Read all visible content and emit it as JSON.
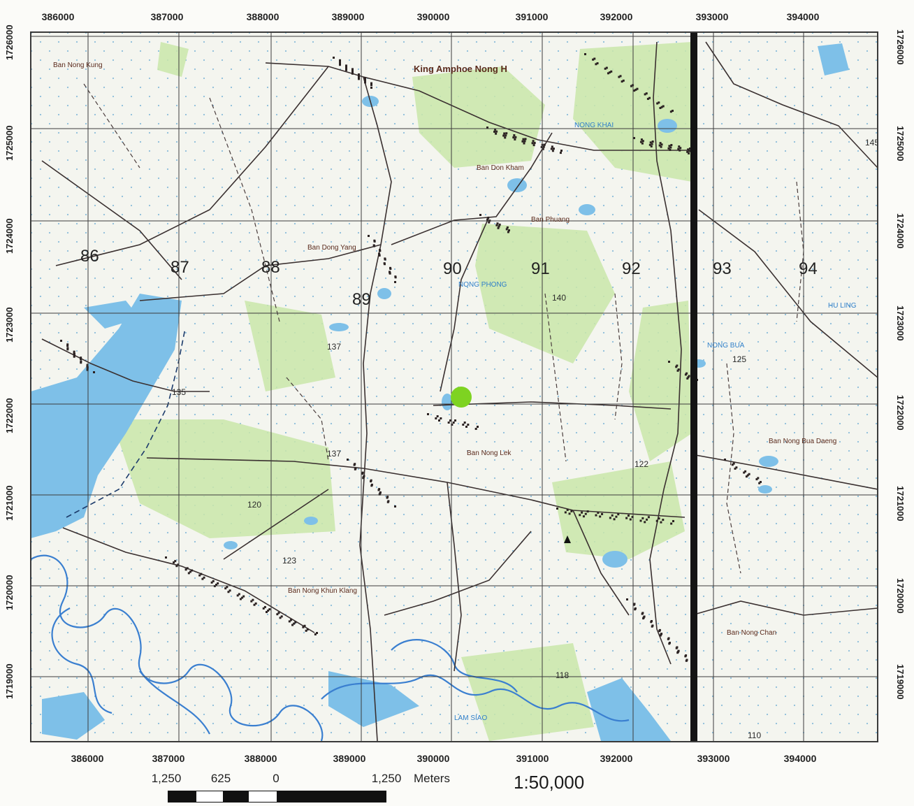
{
  "map": {
    "x_ticks": [
      "386000",
      "387000",
      "388000",
      "389000",
      "390000",
      "391000",
      "392000",
      "393000",
      "394000"
    ],
    "y_ticks": [
      "1726000",
      "1725000",
      "1724000",
      "1723000",
      "1722000",
      "1721000",
      "1720000",
      "1719000"
    ],
    "grid_numbers": [
      "86",
      "87",
      "88",
      "89",
      "90",
      "91",
      "92",
      "93",
      "94"
    ],
    "elevations": [
      "137",
      "125",
      "137",
      "122",
      "123",
      "118",
      "140",
      "135",
      "120",
      "110",
      "145"
    ],
    "places": {
      "king_amphoe": "King Amphoe Nong H",
      "ban_nong_kung": "Ban Nong Kung",
      "ban_don_kham": "Ban Don Kham",
      "ban_phuang": "Ban Phuang",
      "ban_dong_yang": "Ban Dong Yang",
      "ban_nong_lek": "Ban Nong Lek",
      "ban_nong_khun_klang": "Ban Nong Khun Klang",
      "ban_nong_chan": "Ban Nong Chan",
      "ban_nong_bua_daeng": "Ban Nong Bua Daeng",
      "nong_phong": "NONG PHONG",
      "nong_khai": "NONG KHAI",
      "lam_siao": "LAM SIAO",
      "nong_bua": "NONG BUA",
      "hu_ling": "HU LING"
    },
    "colors": {
      "water": "#7ec0e8",
      "vegetation": "#c9e6a9",
      "road": "#3a3030",
      "grid": "#3c3c3c",
      "boundary": "#141414",
      "marker": "#7ed321"
    }
  },
  "scale": {
    "labels": [
      "1,250",
      "625",
      "0",
      "1,250"
    ],
    "units": "Meters",
    "ratio": "1:50,000"
  }
}
